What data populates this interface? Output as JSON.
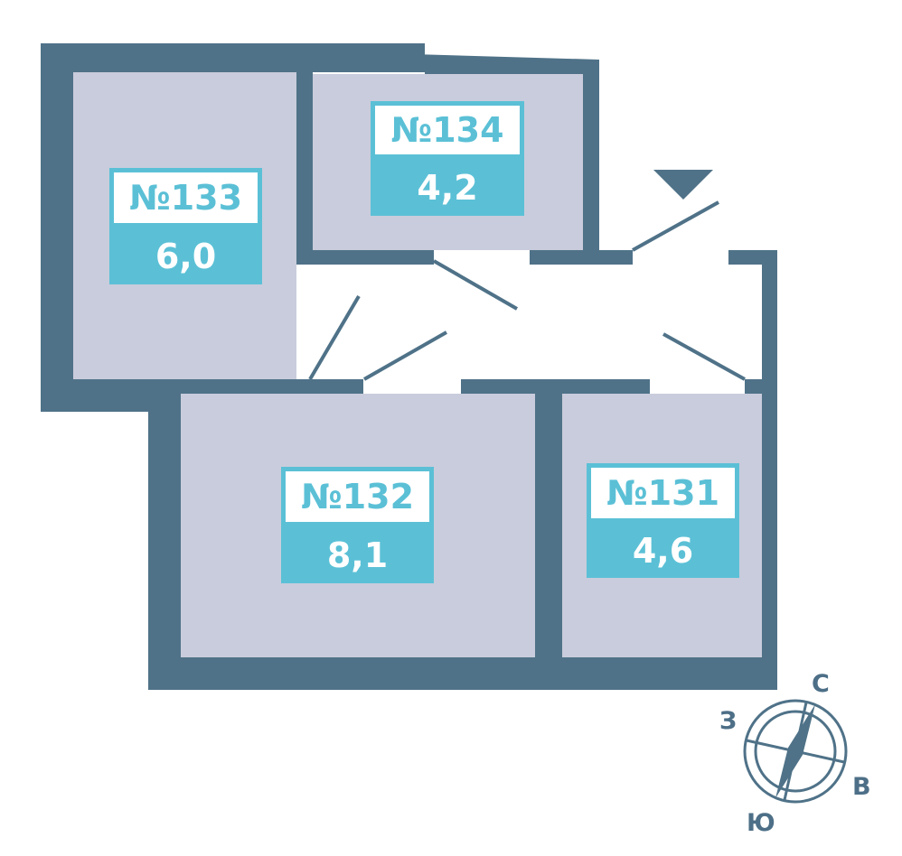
{
  "rooms": [
    {
      "id": "133",
      "number": "№133",
      "area": "6,0"
    },
    {
      "id": "134",
      "number": "№134",
      "area": "4,2"
    },
    {
      "id": "132",
      "number": "№132",
      "area": "8,1"
    },
    {
      "id": "131",
      "number": "№131",
      "area": "4,6"
    }
  ],
  "compass": {
    "north": "С",
    "east": "В",
    "south": "Ю",
    "west": "З"
  },
  "colors": {
    "wall": "#4f7288",
    "room_fill": "#c9ccdc",
    "label_accent": "#5bc0d6",
    "door_line": "#4f7288"
  },
  "icons": {
    "entrance": "entrance-arrow-icon",
    "compass": "compass-icon"
  }
}
